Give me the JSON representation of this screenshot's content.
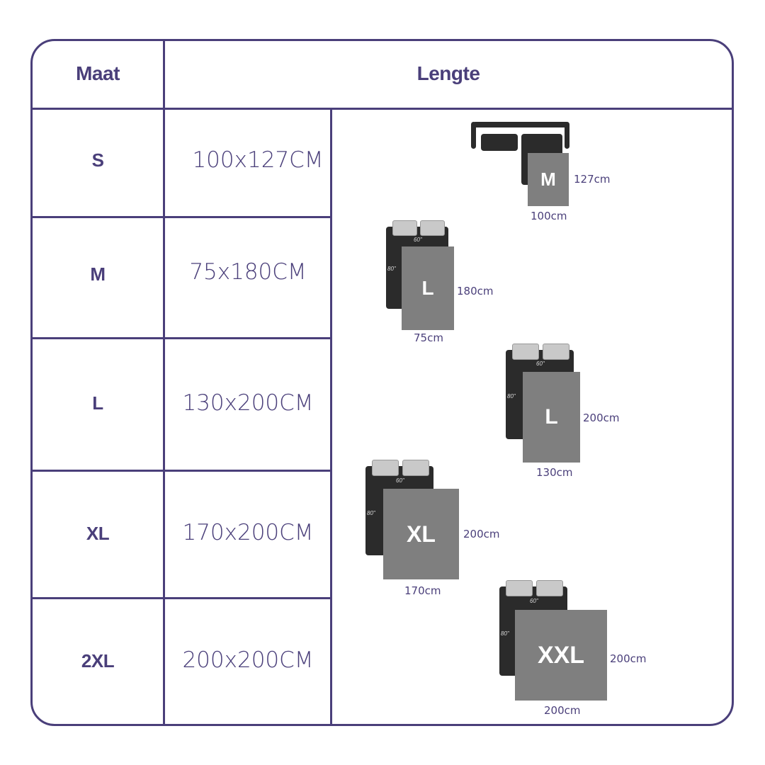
{
  "table": {
    "header": {
      "size_label": "Maat",
      "length_label": "Lengte"
    },
    "rows": [
      {
        "size": "S",
        "dimensions": "100x127CM"
      },
      {
        "size": "M",
        "dimensions": "75x180CM"
      },
      {
        "size": "L",
        "dimensions": "130x200CM"
      },
      {
        "size": "XL",
        "dimensions": "170x200CM"
      },
      {
        "size": "2XL",
        "dimensions": "200x200CM"
      }
    ]
  },
  "illustrations": [
    {
      "type": "sofa",
      "rug_label": "M",
      "width_label": "100cm",
      "length_label": "127cm"
    },
    {
      "type": "bed",
      "rug_label": "L",
      "width_label": "75cm",
      "length_label": "180cm",
      "bed_width": "60\"",
      "bed_length": "80\""
    },
    {
      "type": "bed",
      "rug_label": "L",
      "width_label": "130cm",
      "length_label": "200cm",
      "bed_width": "60\"",
      "bed_length": "80\""
    },
    {
      "type": "bed",
      "rug_label": "XL",
      "width_label": "170cm",
      "length_label": "200cm",
      "bed_width": "60\"",
      "bed_length": "80\""
    },
    {
      "type": "bed",
      "rug_label": "XXL",
      "width_label": "200cm",
      "length_label": "200cm",
      "bed_width": "60\"",
      "bed_length": "80\""
    }
  ],
  "colors": {
    "accent": "#4a3f7a",
    "rug": "#7f7f7f",
    "furniture": "#2b2b2b",
    "pillow": "#c9c9c9"
  }
}
